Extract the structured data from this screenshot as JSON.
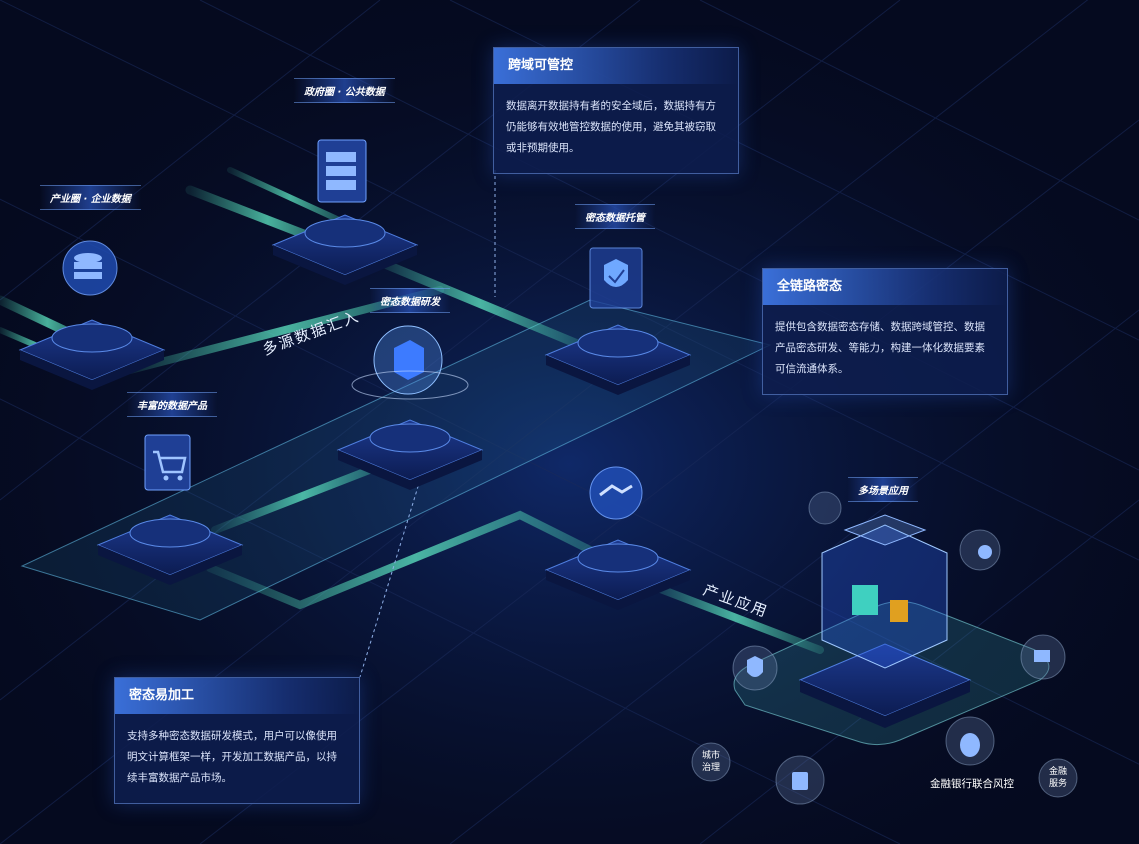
{
  "cards": {
    "cross_domain": {
      "title": "跨域可管控",
      "body": "数据离开数据持有者的安全域后，数据持有方仍能够有效地管控数据的使用，避免其被窃取或非预期使用。"
    },
    "full_chain": {
      "title": "全链路密态",
      "body": "提供包含数据密态存储、数据跨域管控、数据产品密态研发、等能力，构建一体化数据要素可信流通体系。"
    },
    "easy_process": {
      "title": "密态易加工",
      "body": "支持多种密态数据研发模式，用户可以像使用明文计算框架一样，开发加工数据产品，以持续丰富数据产品市场。"
    }
  },
  "nodes": {
    "industry_data": "产业圈 · 企业数据",
    "government_data": "政府圈 · 公共数据",
    "hosting": "密态数据托管",
    "research": "密态数据研发",
    "products": "丰富的数据产品",
    "multi_scene": "多场景应用"
  },
  "flows": {
    "inflow": "多源数据汇入",
    "industry_app": "产业应用"
  },
  "scenarios": {
    "city": "城市\n治理",
    "finance": "金融\n服务",
    "bank_risk": "金融银行联合风控"
  },
  "colors": {
    "background": "#050a1f",
    "accent": "#3a6fd8",
    "flow": "#4fe0b8"
  }
}
